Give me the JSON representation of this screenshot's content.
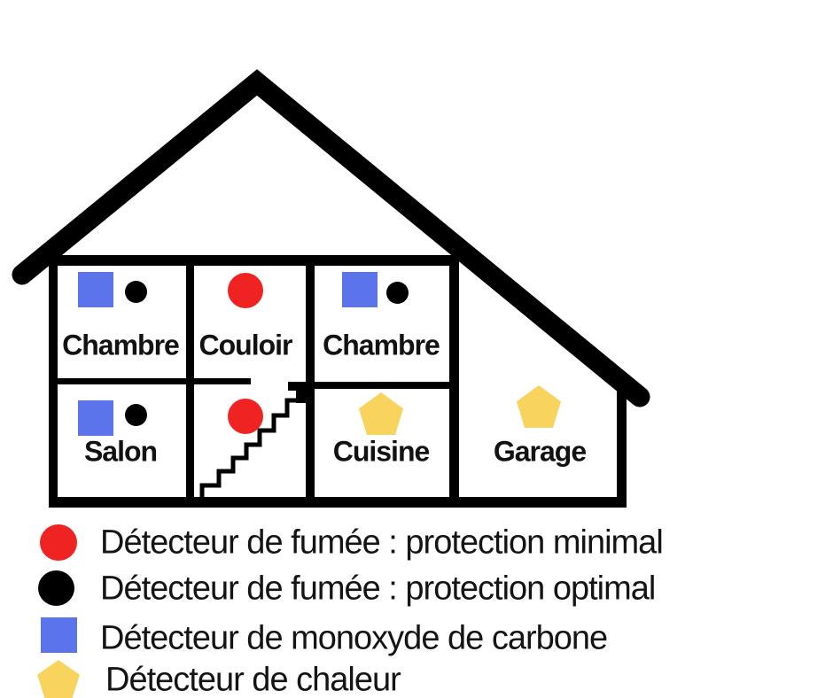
{
  "diagram_title": "",
  "colors": {
    "smoke_minimal_red": "#F02323",
    "smoke_optimal_black": "#000000",
    "co_blue": "#5B74EC",
    "heat_yellow": "#F8D35E",
    "walls": "#000000",
    "background": "#FFFFFF"
  },
  "rooms": [
    {
      "id": "chambre-left",
      "label": "Chambre",
      "floor": "upper",
      "detectors": [
        "monoxyde-de-carbone",
        "fumee-optimal"
      ]
    },
    {
      "id": "couloir",
      "label": "Couloir",
      "floor": "upper",
      "detectors": [
        "fumee-minimal"
      ]
    },
    {
      "id": "chambre-right",
      "label": "Chambre",
      "floor": "upper",
      "detectors": [
        "monoxyde-de-carbone",
        "fumee-optimal"
      ]
    },
    {
      "id": "salon",
      "label": "Salon",
      "floor": "ground",
      "detectors": [
        "monoxyde-de-carbone",
        "fumee-optimal"
      ]
    },
    {
      "id": "cuisine",
      "label": "Cuisine",
      "floor": "ground",
      "detectors": [
        "chaleur"
      ]
    },
    {
      "id": "garage",
      "label": "Garage",
      "floor": "ground",
      "detectors": [
        "chaleur"
      ]
    },
    {
      "id": "escalier",
      "label": "",
      "floor": "ground",
      "detectors": [
        "fumee-minimal"
      ]
    }
  ],
  "legend": {
    "items": [
      {
        "marker": "red-circle",
        "label": "Détecteur de fumée : protection minimal"
      },
      {
        "marker": "black-circle",
        "label": "Détecteur de fumée : protection optimal"
      },
      {
        "marker": "blue-square",
        "label": "Détecteur de monoxyde de carbone"
      },
      {
        "marker": "yellow-pentagon",
        "label": "Détecteur de chaleur"
      }
    ]
  }
}
